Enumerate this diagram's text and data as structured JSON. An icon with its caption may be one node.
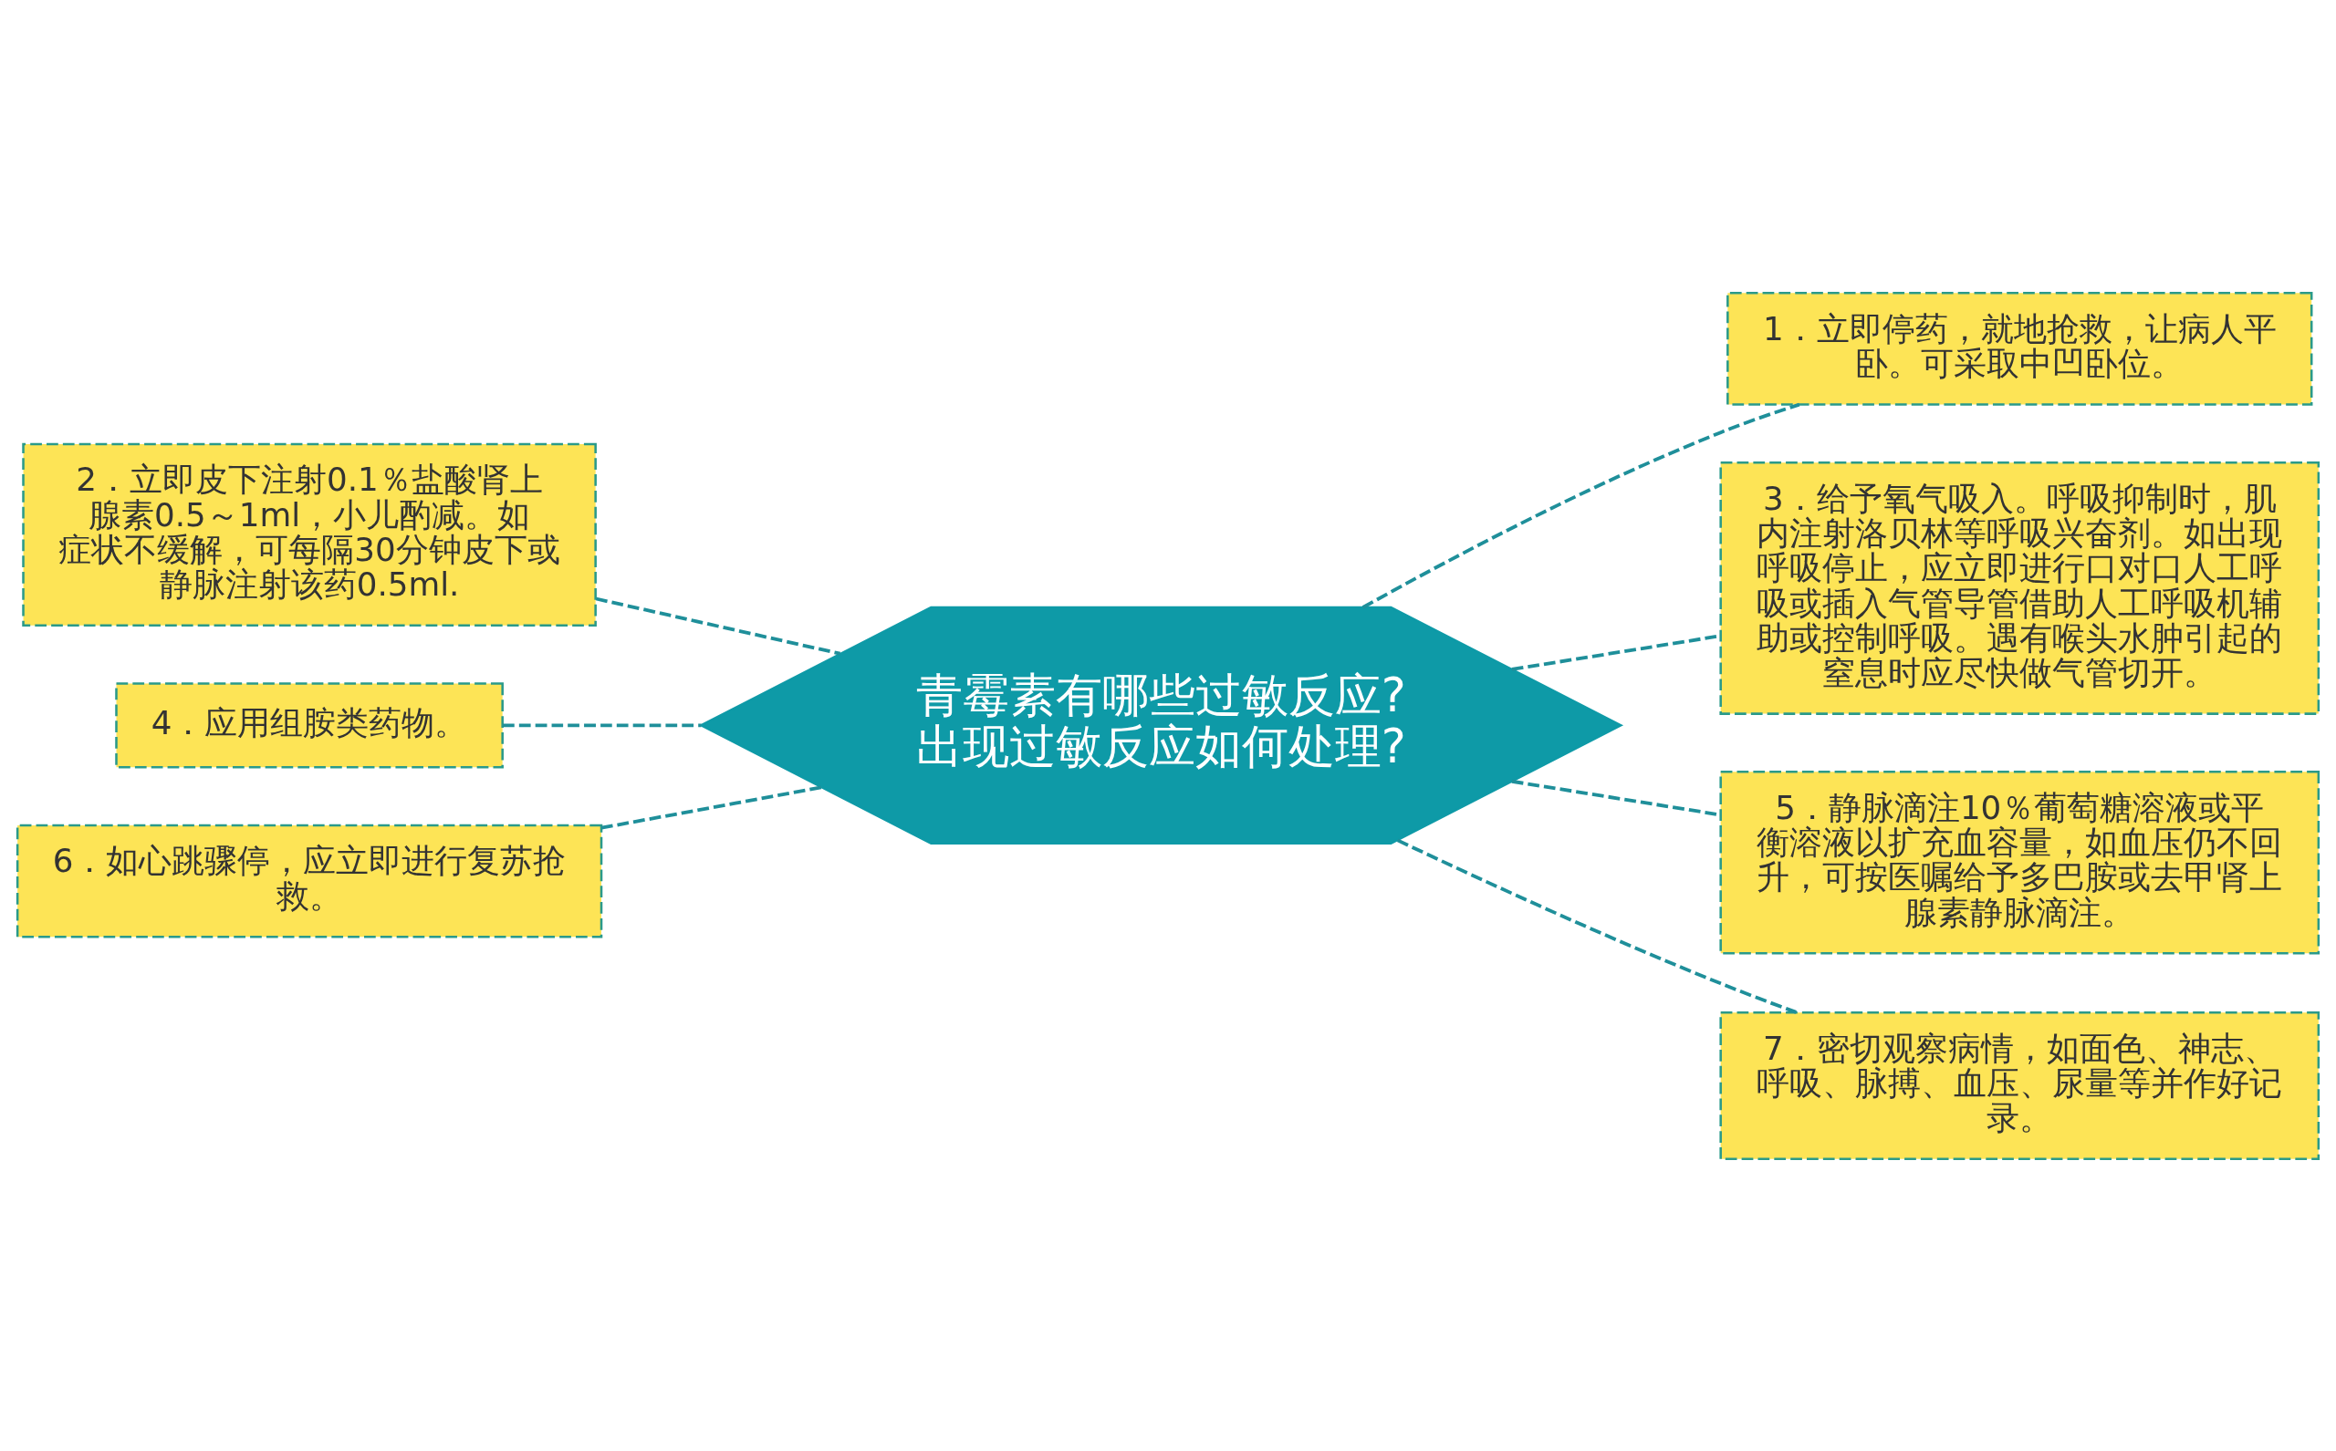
{
  "diagram": {
    "nodes": [
      {
        "text": [
          "青霉素有哪些过敏反应?出现过敏反应如何处理?"
        ]
      },
      {
        "text": [
          "1．立即停药，就地抢救，让病人平卧。可采取中凹卧位。"
        ]
      },
      {
        "text": [
          "2．立即皮下注射0.1％盐酸肾上腺素0.5～1ml，小儿酌减。如症状不缓解，可每隔30分钟皮下或静脉注射该药0.5ml."
        ]
      },
      {
        "text": [
          "3．给予氧气吸入。呼吸抑制时，肌内注射洛贝林等呼吸兴奋剂。如出现呼吸停止，应立即进行口对口人工呼吸或插入气管导管借助人工呼吸机辅助或控制呼吸。遇有喉头水肿引起的窒息时应尽快做气管切开。"
        ]
      },
      {
        "text": [
          "4．应用组胺类药物。"
        ]
      },
      {
        "text": [
          "5．静脉滴注10％葡萄糖溶液或平衡溶液以扩充血容量，如血压仍不回升，可按医嘱给予多巴胺或去甲肾上腺素静脉滴注。"
        ]
      },
      {
        "text": [
          "6．如心跳骤停，应立即进行复苏抢救。"
        ]
      },
      {
        "text": [
          "7．密切观察病情，如面色、神志、呼吸、脉搏、血压、尿量等并作好记录。"
        ]
      }
    ],
    "edges": [
      {
        "from": 0,
        "to": 1,
        "arrow": "none"
      },
      {
        "from": 0,
        "to": 2,
        "arrow": "none"
      },
      {
        "from": 0,
        "to": 3,
        "arrow": "none"
      },
      {
        "from": 0,
        "to": 4,
        "arrow": "none"
      },
      {
        "from": 0,
        "to": 5,
        "arrow": "none"
      },
      {
        "from": 0,
        "to": 6,
        "arrow": "none"
      },
      {
        "from": 0,
        "to": 7,
        "arrow": "none"
      }
    ]
  }
}
